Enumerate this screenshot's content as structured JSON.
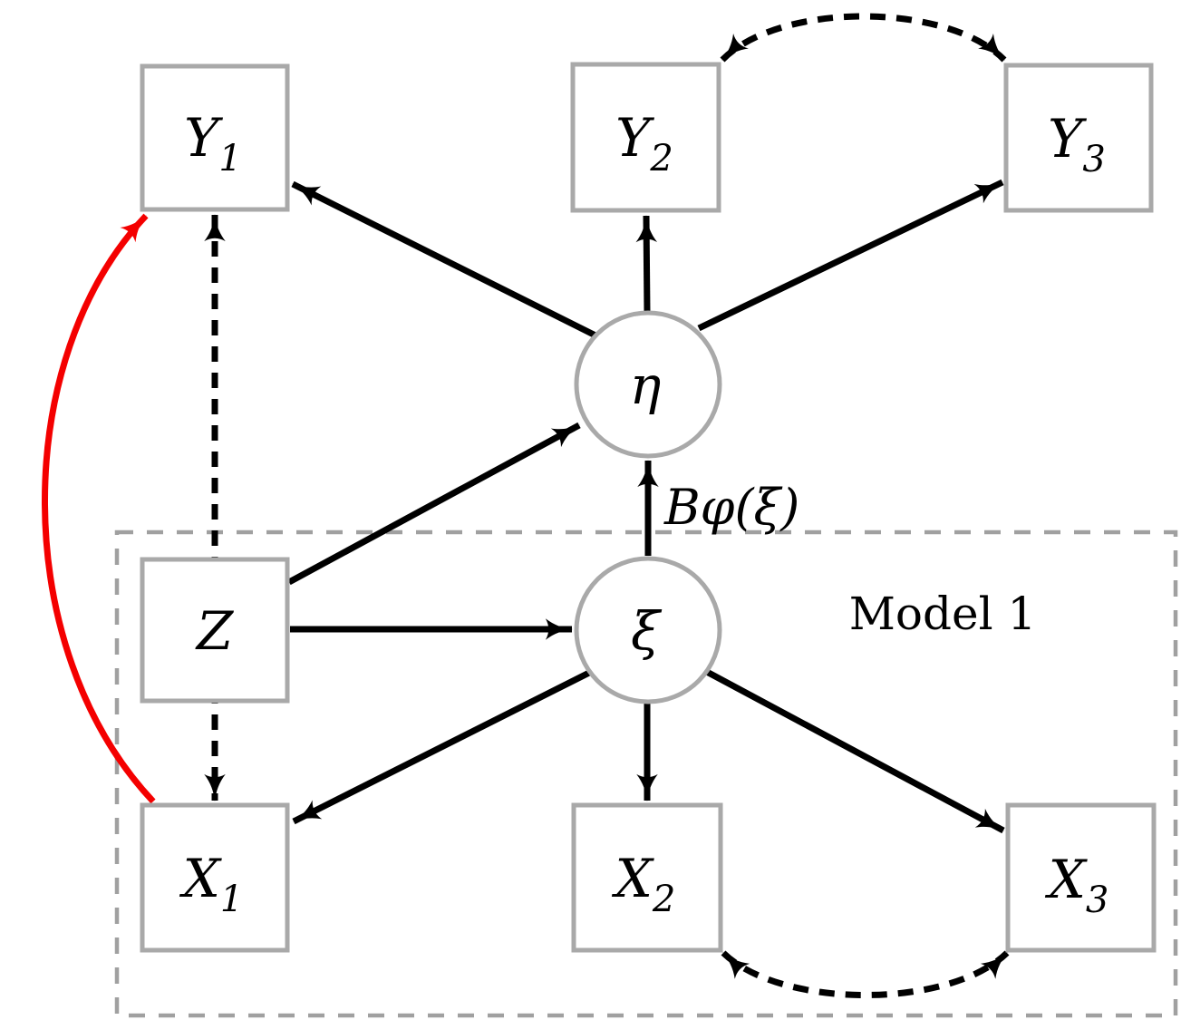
{
  "diagram": {
    "frame": {
      "label": "Model 1"
    },
    "nodes": {
      "y1": {
        "base": "Y",
        "sub": "1",
        "shape": "square"
      },
      "y2": {
        "base": "Y",
        "sub": "2",
        "shape": "square"
      },
      "y3": {
        "base": "Y",
        "sub": "3",
        "shape": "square"
      },
      "z": {
        "base": "Z",
        "sub": "",
        "shape": "square"
      },
      "x1": {
        "base": "X",
        "sub": "1",
        "shape": "square"
      },
      "x2": {
        "base": "X",
        "sub": "2",
        "shape": "square"
      },
      "x3": {
        "base": "X",
        "sub": "3",
        "shape": "square"
      },
      "eta": {
        "base": "η",
        "sub": "",
        "shape": "circle"
      },
      "xi": {
        "base": "ξ",
        "sub": "",
        "shape": "circle"
      }
    },
    "edge_label": "Bφ(ξ)",
    "edges": [
      {
        "from": "eta",
        "to": "Y1",
        "style": "solid-arrow"
      },
      {
        "from": "eta",
        "to": "Y2",
        "style": "solid-arrow"
      },
      {
        "from": "eta",
        "to": "Y3",
        "style": "solid-arrow"
      },
      {
        "from": "Z",
        "to": "eta",
        "style": "solid-arrow"
      },
      {
        "from": "Z",
        "to": "xi",
        "style": "solid-arrow"
      },
      {
        "from": "xi",
        "to": "eta",
        "style": "solid-arrow",
        "label": "Bφ(ξ)"
      },
      {
        "from": "xi",
        "to": "X1",
        "style": "solid-arrow"
      },
      {
        "from": "xi",
        "to": "X2",
        "style": "solid-arrow"
      },
      {
        "from": "xi",
        "to": "X3",
        "style": "solid-arrow"
      },
      {
        "from": "Y1",
        "to": "X1",
        "style": "dashed-double-arrow"
      },
      {
        "from": "Y2",
        "to": "Y3",
        "style": "dashed-double-arrow"
      },
      {
        "from": "X2",
        "to": "X3",
        "style": "dashed-double-arrow"
      },
      {
        "from": "X1",
        "to": "Y1",
        "style": "curved-arrow-highlight"
      }
    ],
    "colors": {
      "arrow": "#000000",
      "highlight": "#f40000",
      "node_border": "#a9a9a9",
      "frame_border": "#a0a0a0",
      "text": "#000000"
    }
  }
}
